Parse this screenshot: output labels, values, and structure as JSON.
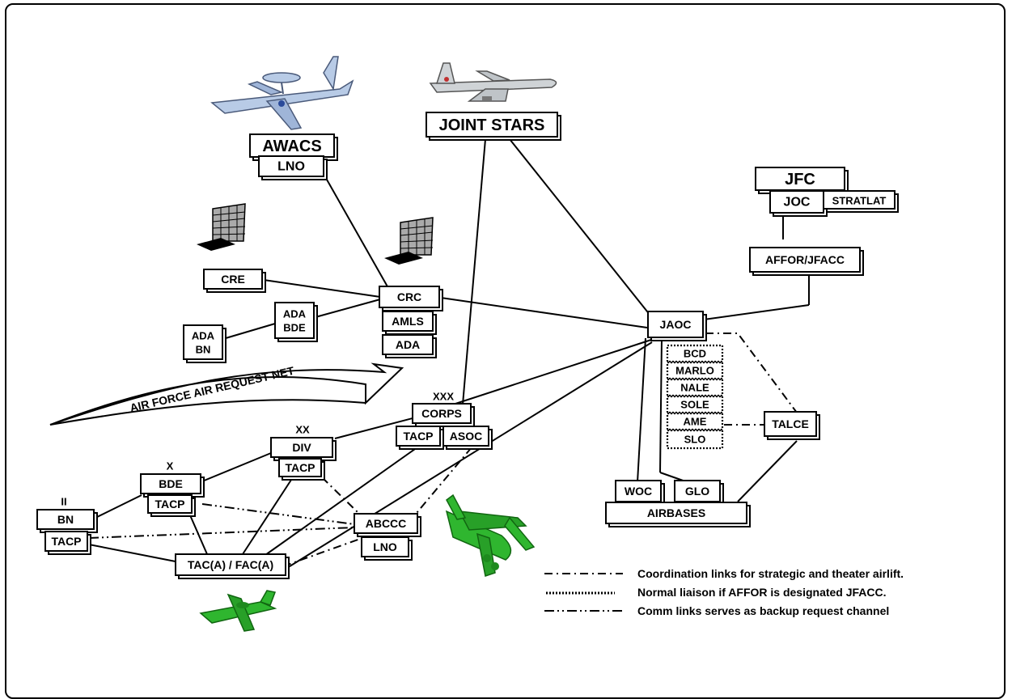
{
  "nodes": {
    "joint_stars": "JOINT STARS",
    "awacs": "AWACS",
    "awacs_lno": "LNO",
    "jfc": "JFC",
    "joc": "JOC",
    "stratlat": "STRATLAT",
    "affor_jfacc": "AFFOR/JFACC",
    "cre": "CRE",
    "crc": "CRC",
    "amls": "AMLS",
    "ada": "ADA",
    "ada_bde": "ADA\nBDE",
    "ada_bn": "ADA\nBN",
    "jaoc": "JAOC",
    "bcd": "BCD",
    "marlo": "MARLO",
    "nale": "NALE",
    "sole": "SOLE",
    "ame": "AME",
    "slo": "SLO",
    "talce": "TALCE",
    "woc": "WOC",
    "glo": "GLO",
    "airbases": "AIRBASES",
    "corps_echelon": "XXX",
    "corps": "CORPS",
    "corps_tacp": "TACP",
    "asoc": "ASOC",
    "div_echelon": "XX",
    "div": "DIV",
    "div_tacp": "TACP",
    "bde_echelon": "X",
    "bde": "BDE",
    "bde_tacp": "TACP",
    "bn_echelon": "II",
    "bn": "BN",
    "bn_tacp": "TACP",
    "abccc": "ABCCC",
    "abccc_lno": "LNO",
    "tac_fac": "TAC(A) / FAC(A)"
  },
  "arrow_label": "AIR FORCE AIR REQUEST NET",
  "legend": [
    {
      "style": "dash-dot",
      "text": "Coordination links for strategic and theater airlift."
    },
    {
      "style": "dotted",
      "text": "Normal liaison if AFFOR is designated JFACC."
    },
    {
      "style": "dash-dot-dot",
      "text": "Comm links serves as backup request channel"
    }
  ],
  "icons": [
    "awacs-aircraft-icon",
    "joint-stars-aircraft-icon",
    "radar-antenna-icon",
    "a10-aircraft-icon",
    "c130-aircraft-icon"
  ],
  "colors": {
    "aircraft_green": "#2fb62f",
    "aircraft_blue": "#b8cbe6",
    "aircraft_gray": "#cfd3d6"
  }
}
